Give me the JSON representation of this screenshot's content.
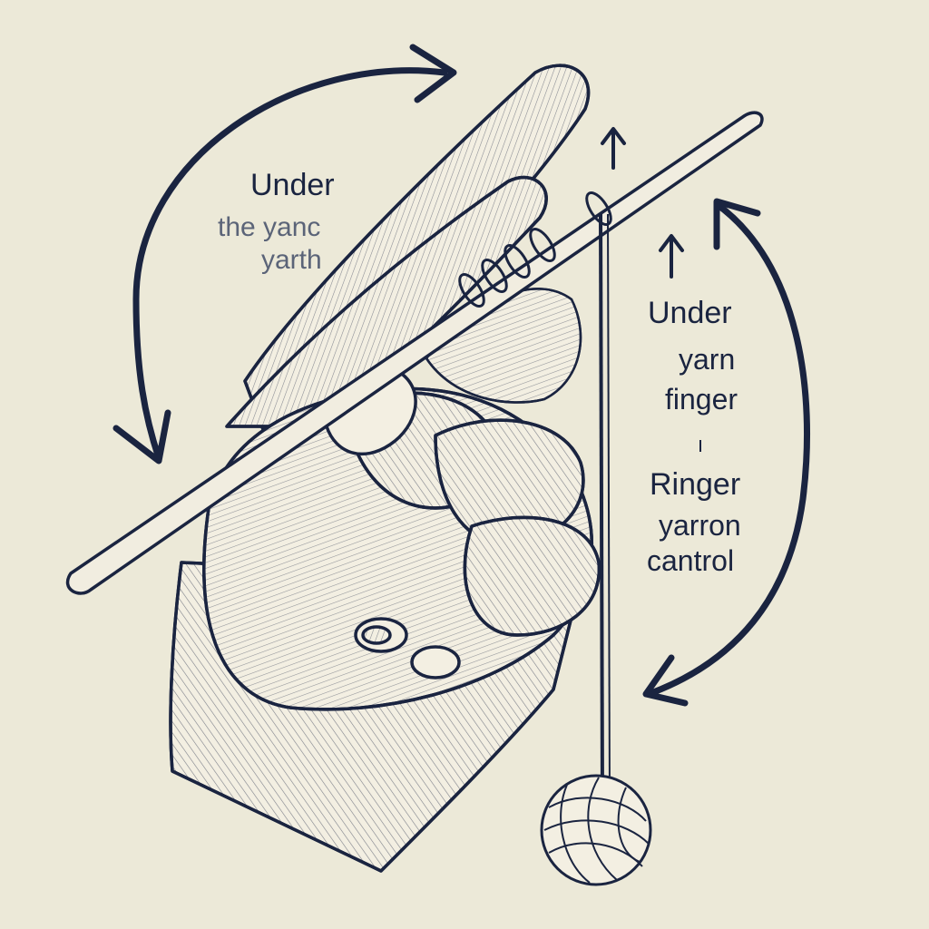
{
  "colors": {
    "background": "#ece9d8",
    "ink": "#1a2440",
    "skin": "#f3efe2",
    "needle": "#f1ede0"
  },
  "labels": {
    "left": {
      "line1": "Under",
      "line2": "the yanc",
      "line3": "yarth"
    },
    "right_top": {
      "line1": "Under",
      "line2": "yarn",
      "line3": "finger"
    },
    "right_bottom": {
      "line1": "Ringer",
      "line2": "yarron",
      "line3": "cantrol"
    }
  },
  "icons": [
    "curved-arrow-icon",
    "up-arrow-icon",
    "hand-illustration",
    "knitting-needle",
    "yarn-ball-icon"
  ]
}
